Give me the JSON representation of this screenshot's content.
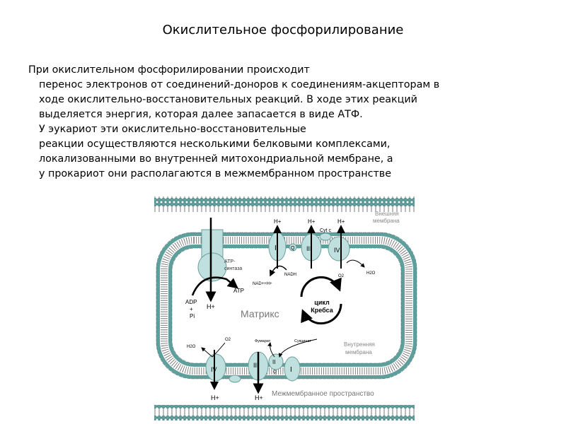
{
  "slide": {
    "title": "Окислительное фосфорилирование",
    "paragraph_lines": [
      "При окислительном фосфорилировании происходит",
      "перенос электронов от соединений-доноров к соединениям-акцепторам в",
      "ходе окислительно-восстановительных реакций. В ходе этих реакций",
      "выделяется энергия, которая далее запасается в виде АТФ.",
      "У эукариот эти окислительно-восстановительные",
      "реакции осуществляются несколькими белковыми комплексами,",
      "локализованными во внутренней митохондриальной мембране, а",
      "у прокариот они располагаются в межмембранном пространстве"
    ]
  },
  "diagram": {
    "outer_membrane": "Внешняя мембрана",
    "outer_membrane_lines": [
      "Внешняя",
      "мембрана"
    ],
    "inner_membrane_lines": [
      "Внутренняя",
      "мембрана"
    ],
    "matrix": "Матрикс",
    "intermembrane_space": "Межмембранное пространство",
    "atp_synthase_lines": [
      "АТР-",
      "синтаза"
    ],
    "krebs_lines": [
      "цикл",
      "Кребса"
    ],
    "labels": {
      "h_plus": "H+",
      "atp": "ATP",
      "adp": "ADP",
      "plus": "+",
      "pi": "Pi",
      "nadh": "NADH",
      "nad": "NAD++H+",
      "cyt_c": "Cyt c",
      "o2": "O2",
      "h2o": "H2O",
      "fumarate": "Фумарат",
      "succinate": "Сукцинат",
      "q": "Q"
    },
    "complexes": [
      "I",
      "II",
      "III",
      "IV"
    ],
    "colors": {
      "membrane_head": "#5e9f9c",
      "protein": "#bfe0df",
      "protein_stroke": "#6a9e9c"
    }
  }
}
